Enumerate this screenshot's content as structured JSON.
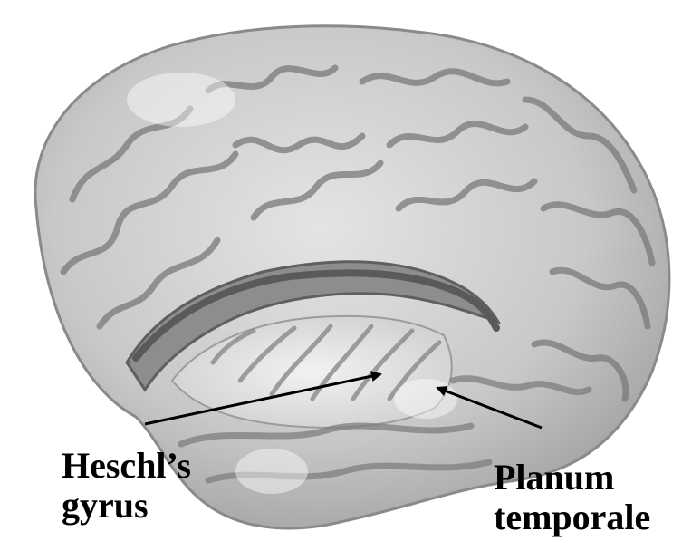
{
  "figure": {
    "labels": {
      "heschl": {
        "line1": "Heschl’s",
        "line2": "gyrus"
      },
      "planum": {
        "line1": "Planum",
        "line2": "temporale"
      }
    },
    "colors": {
      "background": "#ffffff",
      "cortex_light": "#d9d9d9",
      "cortex_mid": "#b5b5b5",
      "sulcus": "#6f6f6f",
      "arrow": "#000000"
    }
  }
}
